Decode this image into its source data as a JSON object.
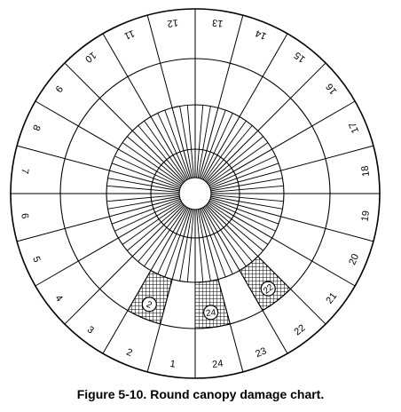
{
  "figure": {
    "caption": "Figure 5-10. Round canopy damage chart."
  },
  "chart": {
    "gore_count": 24,
    "gore_labels": [
      "1",
      "2",
      "3",
      "4",
      "5",
      "6",
      "7",
      "8",
      "9",
      "10",
      "11",
      "12",
      "13",
      "14",
      "15",
      "16",
      "17",
      "18",
      "19",
      "20",
      "21",
      "22",
      "23",
      "24"
    ],
    "ring_count": 4,
    "hatched_sections": [
      {
        "gore": "2",
        "ring": "outer-inner",
        "badge": "2"
      },
      {
        "gore": "24",
        "ring": "outer-inner",
        "badge": "24"
      },
      {
        "gore": "22",
        "ring": "outer-inner",
        "badge": "22"
      }
    ],
    "colors": {
      "line": "#000000",
      "background": "#ffffff"
    }
  }
}
